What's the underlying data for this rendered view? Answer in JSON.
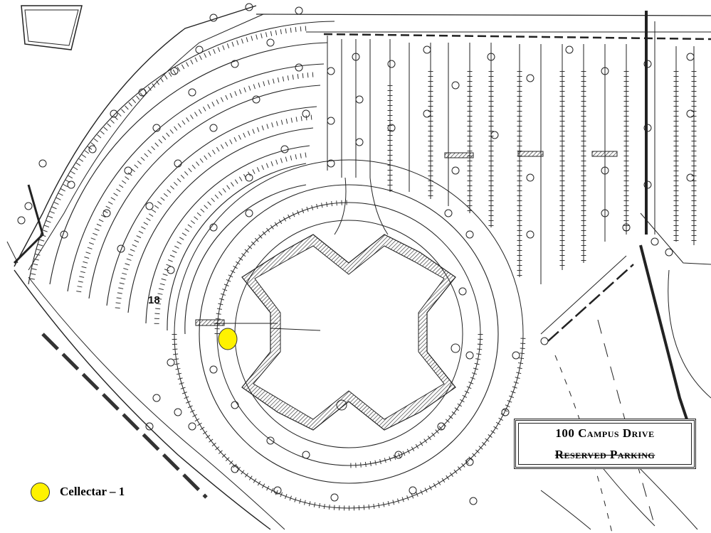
{
  "map": {
    "lot_number_label": "18",
    "title": {
      "line1": "100 Campus Drive",
      "line2": "Reserved Parking"
    },
    "reserved_spot_color": "#FFF200",
    "legend": [
      {
        "label": "Cellectar – 1",
        "color": "#FFF200",
        "icon": "yellow-circle-marker"
      }
    ]
  }
}
